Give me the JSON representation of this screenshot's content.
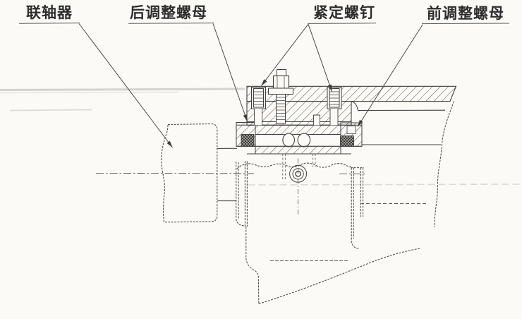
{
  "figure": {
    "type": "mechanical-section-diagram",
    "labels": {
      "coupling": "联轴器",
      "rear_adjusting_nut": "后调整螺母",
      "set_screw": "紧定螺钉",
      "front_adjusting_nut": "前调整螺母"
    },
    "colors": {
      "background": "#fbfaf6",
      "line": "#3f3f3f",
      "casting_line": "#4b4b4b",
      "faint_line": "#b8b8b8",
      "label_text": "#2d2d2d"
    }
  }
}
